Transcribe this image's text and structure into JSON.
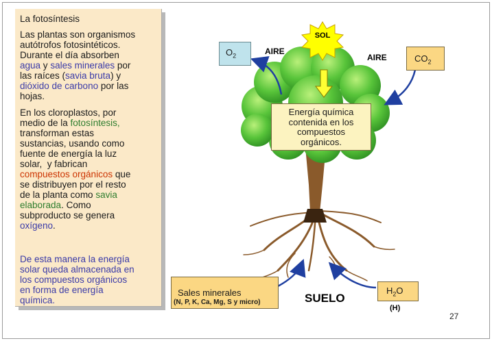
{
  "panel": {
    "title": "La fotosíntesis",
    "p1": [
      [
        {
          "t": "Las plantas son organismos"
        }
      ],
      [
        {
          "t": "autótrofos fotosintéticos."
        }
      ],
      [
        {
          "t": "Durante el día absorben"
        }
      ],
      [
        {
          "t": "agua",
          "c": "blue"
        },
        {
          "t": " y "
        },
        {
          "t": "sales minerales",
          "c": "blue"
        },
        {
          "t": " por"
        }
      ],
      [
        {
          "t": "las raíces ("
        },
        {
          "t": "savia bruta",
          "c": "blue"
        },
        {
          "t": ") y"
        }
      ],
      [
        {
          "t": "dióxido de carbono",
          "c": "blue"
        },
        {
          "t": " por las"
        }
      ],
      [
        {
          "t": "hojas."
        }
      ]
    ],
    "p2": [
      [
        {
          "t": "En los cloroplastos, por"
        }
      ],
      [
        {
          "t": "medio de la "
        },
        {
          "t": "fotosíntesis,",
          "c": "green"
        }
      ],
      [
        {
          "t": "transforman estas"
        }
      ],
      [
        {
          "t": "sustancias, usando como"
        }
      ],
      [
        {
          "t": "fuente de energía la luz"
        }
      ],
      [
        {
          "t": "solar,  y fabrican"
        }
      ],
      [
        {
          "t": "compuestos orgánicos",
          "c": "red"
        },
        {
          "t": " que"
        }
      ],
      [
        {
          "t": "se distribuyen por el resto"
        }
      ],
      [
        {
          "t": "de la planta como "
        },
        {
          "t": "savia",
          "c": "green"
        }
      ],
      [
        {
          "t": "elaborada",
          "c": "green"
        },
        {
          "t": ". Como"
        }
      ],
      [
        {
          "t": "subproducto se genera"
        }
      ],
      [
        {
          "t": "oxígeno",
          "c": "blue"
        },
        {
          "t": "."
        }
      ]
    ],
    "p3": [
      [
        {
          "t": "De esta manera la energía",
          "c": "blue"
        }
      ],
      [
        {
          "t": "solar queda almacenada en",
          "c": "blue"
        }
      ],
      [
        {
          "t": "los compuestos orgánicos",
          "c": "blue"
        }
      ],
      [
        {
          "t": "en forma de energía",
          "c": "blue"
        }
      ],
      [
        {
          "t": "química.",
          "c": "blue"
        }
      ]
    ]
  },
  "diagram": {
    "sun": "SOL",
    "o2": "O",
    "o2_sub": "2",
    "co2": "CO",
    "co2_sub": "2",
    "aire_left": "AIRE",
    "aire_right": "AIRE",
    "energy_lines": [
      "Energía química",
      "contenida en los",
      "compuestos",
      "orgánicos."
    ],
    "sales": "Sales minerales",
    "sales_detail": "(N, P, K, Ca, Mg, S y  micro)",
    "suelo": "SUELO",
    "h2o_h": "H",
    "h2o_sub": "2",
    "h2o_o": "O",
    "h": "(H)"
  },
  "page_number": "27",
  "colors": {
    "panel_bg": "#fbe9c8",
    "box_bg": "#fbd783",
    "blue": "#3a3aa8",
    "green": "#2e7d2e",
    "red": "#cc3300",
    "arrow": "#1f3fa0"
  }
}
